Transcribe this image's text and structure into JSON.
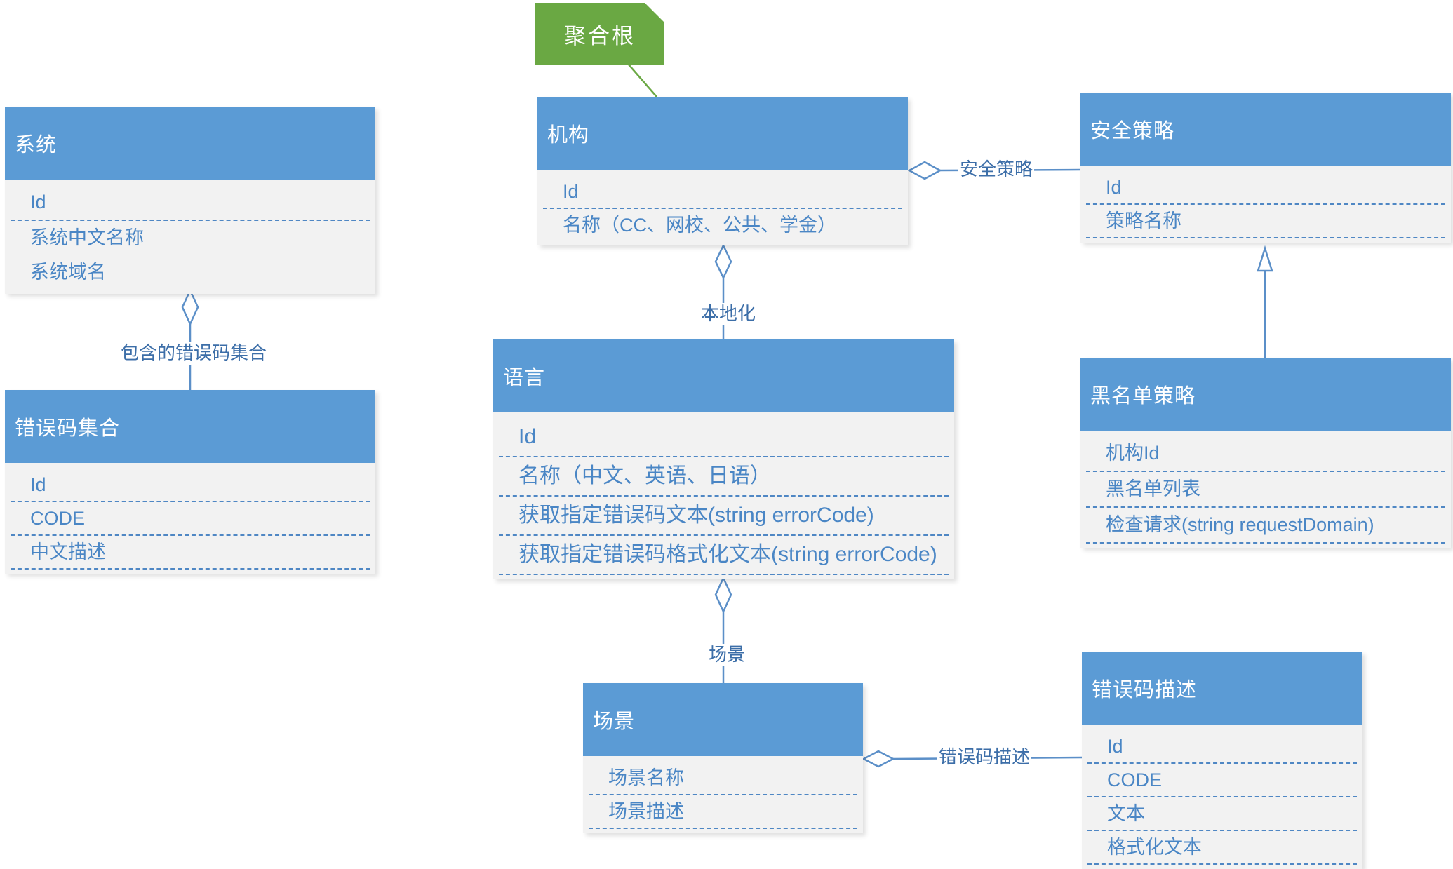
{
  "note": {
    "text": "聚合根"
  },
  "classes": {
    "system": {
      "title": "系统",
      "attributes": [
        "Id",
        "系统中文名称",
        "系统域名"
      ]
    },
    "error_set": {
      "title": "错误码集合",
      "attributes": [
        "Id",
        "CODE",
        "中文描述"
      ]
    },
    "org": {
      "title": "机构",
      "attributes": [
        "Id",
        "名称（CC、网校、公共、学金）"
      ]
    },
    "security": {
      "title": "安全策略",
      "attributes": [
        "Id",
        "策略名称"
      ]
    },
    "blacklist": {
      "title": "黑名单策略",
      "attributes": [
        "机构Id",
        "黑名单列表",
        "检查请求(string requestDomain)"
      ]
    },
    "language": {
      "title": "语言",
      "attributes": [
        "Id",
        "名称（中文、英语、日语）",
        "获取指定错误码文本(string errorCode)",
        "获取指定错误码格式化文本(string errorCode)"
      ]
    },
    "scene": {
      "title": "场景",
      "attributes": [
        "场景名称",
        "场景描述"
      ]
    },
    "error_desc": {
      "title": "错误码描述",
      "attributes": [
        "Id",
        "CODE",
        "文本",
        "格式化文本"
      ]
    }
  },
  "relations": {
    "system_errorset": "包含的错误码集合",
    "org_security": "安全策略",
    "org_language": "本地化",
    "language_scene": "场景",
    "scene_errordesc": "错误码描述"
  },
  "colors": {
    "header": "#5b9bd5",
    "body": "#f2f2f2",
    "attribute_text": "#4a86c5",
    "connector": "#5b8fc8",
    "note": "#6aa843"
  }
}
